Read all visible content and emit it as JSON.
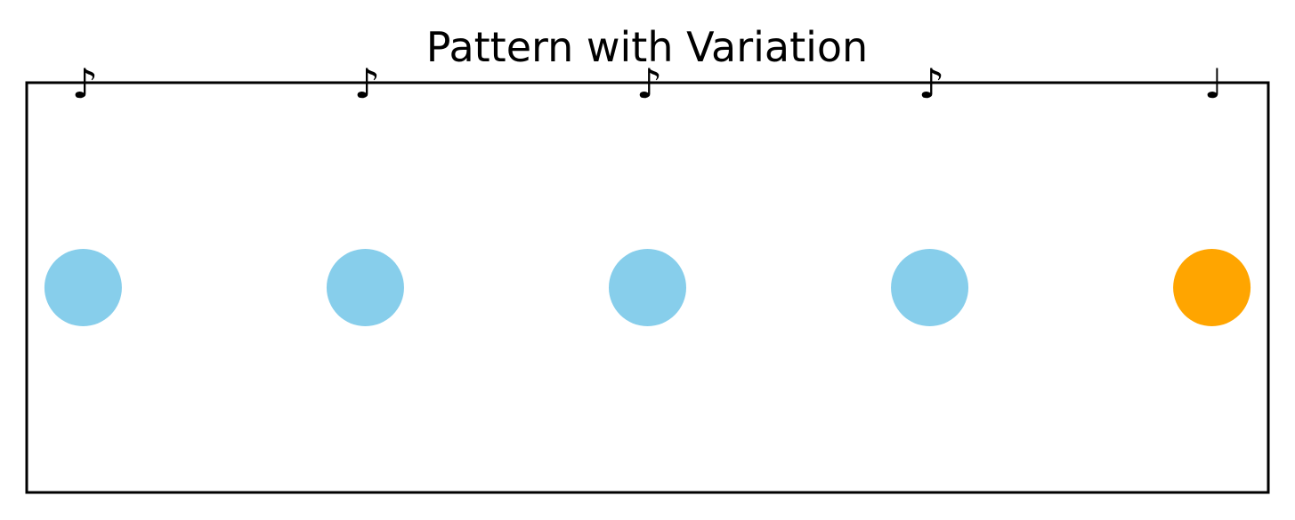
{
  "chart_data": {
    "type": "scatter",
    "title": "Pattern with Variation",
    "xlabel": "",
    "ylabel": "",
    "xlim": [
      -0.2,
      4.2
    ],
    "ylim": [
      -1,
      1
    ],
    "axes_visible": false,
    "grid": false,
    "points": [
      {
        "x": 0,
        "y": 0,
        "color": "#87CEEB",
        "note": "♪"
      },
      {
        "x": 1,
        "y": 0,
        "color": "#87CEEB",
        "note": "♪"
      },
      {
        "x": 2,
        "y": 0,
        "color": "#87CEEB",
        "note": "♪"
      },
      {
        "x": 3,
        "y": 0,
        "color": "#87CEEB",
        "note": "♪"
      },
      {
        "x": 4,
        "y": 0,
        "color": "#FFA500",
        "note": "♩"
      }
    ]
  }
}
